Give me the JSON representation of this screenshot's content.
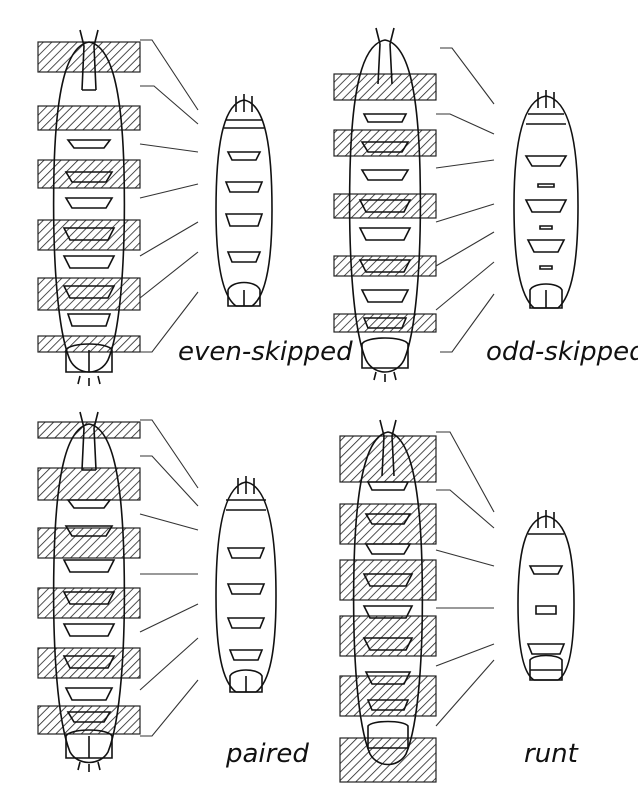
{
  "panels": [
    {
      "id": "even",
      "label": "even-skipped"
    },
    {
      "id": "odd",
      "label": "odd-skipped"
    },
    {
      "id": "paired",
      "label": "paired"
    },
    {
      "id": "runt",
      "label": "runt"
    }
  ],
  "colors": {
    "ink": "#111111",
    "background": "#ffffff"
  }
}
